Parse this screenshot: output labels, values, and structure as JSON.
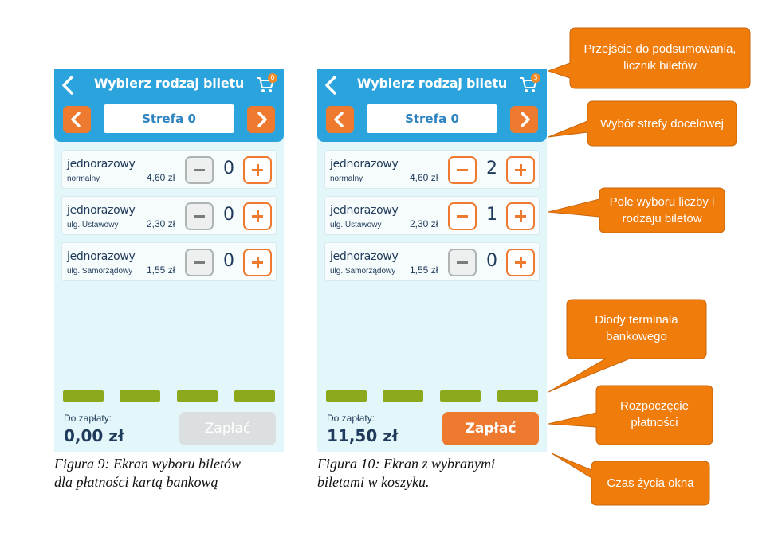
{
  "phone_left": {
    "title": "Wybierz rodzaj biletu",
    "cart_count": "0",
    "zone": "Strefa 0",
    "tickets": [
      {
        "name": "jednorazowy",
        "sub": "normalny",
        "price": "4,60 zł",
        "qty": "0"
      },
      {
        "name": "jednorazowy",
        "sub": "ulg. Ustawowy",
        "price": "2,30 zł",
        "qty": "0"
      },
      {
        "name": "jednorazowy",
        "sub": "ulg. Samorządowy",
        "price": "1,55 zł",
        "qty": "0"
      }
    ],
    "due_label": "Do zapłaty:",
    "due_amount": "0,00 zł",
    "pay_label": "Zapłać"
  },
  "phone_right": {
    "title": "Wybierz rodzaj biletu",
    "cart_count": "3",
    "zone": "Strefa 0",
    "tickets": [
      {
        "name": "jednorazowy",
        "sub": "normalny",
        "price": "4,60 zł",
        "qty": "2"
      },
      {
        "name": "jednorazowy",
        "sub": "ulg. Ustawowy",
        "price": "2,30 zł",
        "qty": "1"
      },
      {
        "name": "jednorazowy",
        "sub": "ulg. Samorządowy",
        "price": "1,55 zł",
        "qty": "0"
      }
    ],
    "due_label": "Do zapłaty:",
    "due_amount": "11,50 zł",
    "pay_label": "Zapłać"
  },
  "captions": {
    "left_line1": "Figura 9: Ekran wyboru biletów",
    "left_line2": "dla płatności kartą bankową",
    "right_line1": "Figura 10: Ekran z wybranymi",
    "right_line2": "biletami w koszyku."
  },
  "callouts": {
    "summary_line1": "Przejście do podsumowania,",
    "summary_line2": "licznik biletów",
    "zone": "Wybór strefy docelowej",
    "field_line1": "Pole wyboru liczby i",
    "field_line2": "rodzaju biletów",
    "leds_line1": "Diody terminala",
    "leds_line2": "bankowego",
    "payment_line1": "Rozpoczęcie",
    "payment_line2": "płatności",
    "lifetime": "Czas życia okna"
  },
  "colors": {
    "header_blue": "#2ba3dc",
    "accent_orange": "#ee7a2f",
    "callout_orange": "#f07c0c",
    "led_green": "#8ca91d",
    "screen_bg": "#e3f6f9"
  }
}
